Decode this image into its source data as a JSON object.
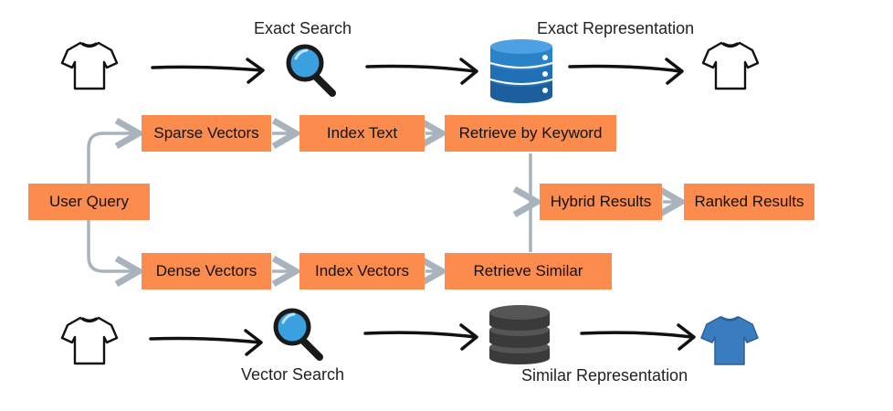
{
  "captions": {
    "exact_search": "Exact Search",
    "exact_representation": "Exact Representation",
    "vector_search": "Vector Search",
    "similar_representation": "Similar Representation"
  },
  "boxes": {
    "user_query": "User Query",
    "sparse_vectors": "Sparse Vectors",
    "index_text": "Index Text",
    "retrieve_by_keyword": "Retrieve by Keyword",
    "dense_vectors": "Dense Vectors",
    "index_vectors": "Index Vectors",
    "retrieve_similar": "Retrieve Similar",
    "hybrid_results": "Hybrid Results",
    "ranked_results": "Ranked Results"
  },
  "colors": {
    "box_fill": "#fb8c4e",
    "connector": "#a8b3bd",
    "arrow": "#111111",
    "tshirt_blue": "#3a7cc0",
    "db_blue": "#2170b5",
    "db_gray": "#4a4a4a",
    "magnifier_lens": "#3aa0e0"
  },
  "icons": {
    "top_row": [
      "tshirt-outline-icon",
      "magnifier-icon",
      "database-blue-icon",
      "tshirt-outline-icon"
    ],
    "bottom_row": [
      "tshirt-outline-icon",
      "magnifier-icon",
      "database-gray-icon",
      "tshirt-blue-icon"
    ]
  }
}
